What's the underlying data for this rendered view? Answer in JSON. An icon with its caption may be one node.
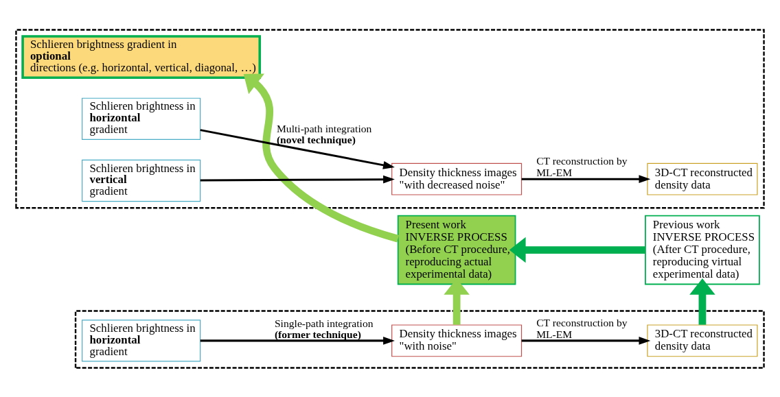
{
  "diagram": {
    "nodes": [
      {
        "text": [],
        "shape": "box"
      },
      {
        "text": [
          "Schlieren brightness in **horizontal** gradient"
        ],
        "in": 0
      },
      {
        "text": [
          "Density thickness images \"with noise\""
        ],
        "in": 0
      },
      {
        "text": [
          "3D-CT reconstructed density data"
        ],
        "in": 0
      },
      {
        "text": [
          "Previous work",
          "INVERSE PROCESS",
          "(After CT procedure, reproducing virtual experimental data)"
        ]
      },
      {
        "text": [
          "Present work",
          "INVERSE PROCESS",
          "(Before CT procedure, reproducing actual experimental data)"
        ]
      },
      {
        "text": [],
        "shape": "box"
      },
      {
        "text": [
          "Schlieren brightness gradient in **optional** directions (e.g. horizontal, vertical, diagonal, …)"
        ],
        "in": 6
      },
      {
        "text": [
          "Schlieren brightness in **horizontal** gradient"
        ],
        "in": 6
      },
      {
        "text": [
          "Schlieren brightness in **vertical** gradient"
        ],
        "in": 6
      },
      {
        "text": [
          "Density thickness images \"with decreased noise\""
        ],
        "in": 6
      },
      {
        "text": [
          "3D-CT reconstructed density data"
        ],
        "in": 6
      }
    ],
    "edges": [
      {
        "from": 1,
        "to": 2,
        "arrow": "to",
        "label": "Single-path integration **(former technique)**"
      },
      {
        "from": 2,
        "to": 3,
        "arrow": "to",
        "label": "CT reconstruction by ML-EM"
      },
      {
        "from": 2,
        "to": 5,
        "arrow": "to",
        "style": "thick",
        "color": "#92d050"
      },
      {
        "from": 3,
        "to": 4,
        "arrow": "to",
        "style": "thick",
        "color": "#00b050"
      },
      {
        "from": 4,
        "to": 5,
        "arrow": "to",
        "style": "thick",
        "color": "#00b050"
      },
      {
        "from": 5,
        "to": 7,
        "arrow": "to",
        "style": "thick",
        "color": "#92d050"
      },
      {
        "from": 8,
        "to": 10,
        "arrow": "to",
        "label": "Multi-path integration **(novel technique)**"
      },
      {
        "from": 9,
        "to": 10,
        "arrow": "to"
      },
      {
        "from": 10,
        "to": 11,
        "arrow": "to",
        "label": "CT reconstruction by ML-EM"
      }
    ]
  }
}
